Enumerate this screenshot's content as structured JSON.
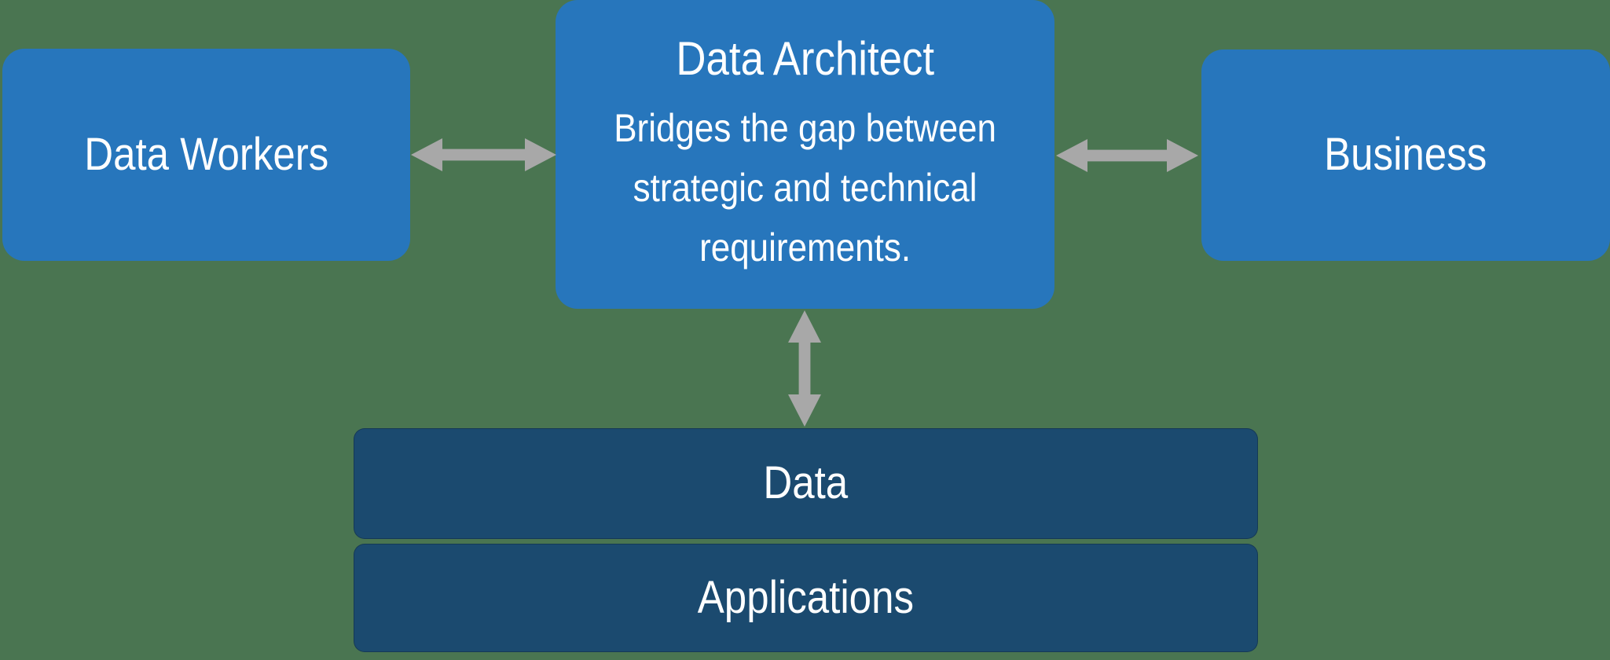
{
  "colors": {
    "box_blue": "#2776BC",
    "box_navy": "#1B4A6F",
    "arrow_gray": "#A8A8A8",
    "text_white": "#FFFFFF",
    "canvas_green": "#4A7551"
  },
  "boxes": {
    "data_workers": {
      "label": "Data Workers"
    },
    "data_architect": {
      "title": "Data Architect",
      "description": "Bridges the gap between strategic and technical requirements.",
      "description_lines": [
        "Bridges the gap between",
        "strategic and technical",
        "requirements."
      ]
    },
    "business": {
      "label": "Business"
    },
    "data": {
      "label": "Data"
    },
    "applications": {
      "label": "Applications"
    }
  },
  "arrows": [
    {
      "name": "workers-architect",
      "direction": "horizontal",
      "bidirectional": true
    },
    {
      "name": "architect-business",
      "direction": "horizontal",
      "bidirectional": true
    },
    {
      "name": "architect-data",
      "direction": "vertical",
      "bidirectional": true
    }
  ]
}
